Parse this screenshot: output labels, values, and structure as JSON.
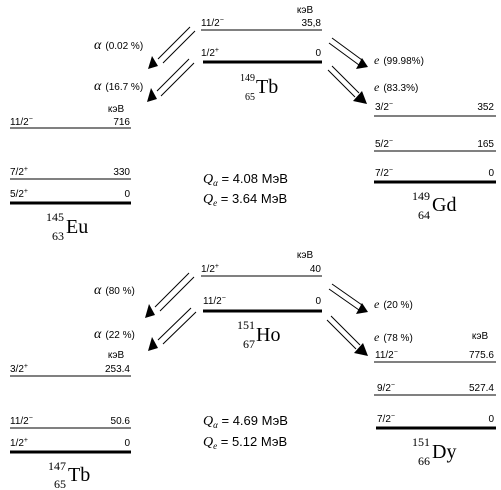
{
  "colors": {
    "ink": "#000000",
    "background": "#ffffff"
  },
  "units": {
    "kev": "кэВ",
    "mev": "МэВ"
  },
  "decay_systems": [
    {
      "parent": {
        "mass": "149",
        "z": "65",
        "symbol": "Tb",
        "levels": [
          {
            "spin": "11/2",
            "parity": "−",
            "energy": "35,8",
            "ground": false
          },
          {
            "spin": "1/2",
            "parity": "+",
            "energy": "0",
            "ground": true
          }
        ]
      },
      "alpha_daughter": {
        "mass": "145",
        "z": "63",
        "symbol": "Eu",
        "levels": [
          {
            "spin": "11/2",
            "parity": "−",
            "energy": "716",
            "ground": false
          },
          {
            "spin": "7/2",
            "parity": "+",
            "energy": "330",
            "ground": false
          },
          {
            "spin": "5/2",
            "parity": "+",
            "energy": "0",
            "ground": true
          }
        ]
      },
      "ec_daughter": {
        "mass": "149",
        "z": "64",
        "symbol": "Gd",
        "levels": [
          {
            "spin": "3/2",
            "parity": "−",
            "energy": "352",
            "ground": false
          },
          {
            "spin": "5/2",
            "parity": "−",
            "energy": "165",
            "ground": false
          },
          {
            "spin": "7/2",
            "parity": "−",
            "energy": "0",
            "ground": true
          }
        ]
      },
      "branches": {
        "alpha_from_upper": "(0.02 %)",
        "alpha_from_ground": "(16.7 %)",
        "ec_from_upper": "(99.98%)",
        "ec_from_ground": "(83.3%)"
      },
      "q": {
        "alpha": "4.08",
        "e": "3.64"
      }
    },
    {
      "parent": {
        "mass": "151",
        "z": "67",
        "symbol": "Ho",
        "levels": [
          {
            "spin": "1/2",
            "parity": "+",
            "energy": "40",
            "ground": false
          },
          {
            "spin": "11/2",
            "parity": "−",
            "energy": "0",
            "ground": true
          }
        ]
      },
      "alpha_daughter": {
        "mass": "147",
        "z": "65",
        "symbol": "Tb",
        "levels": [
          {
            "spin": "3/2",
            "parity": "+",
            "energy": "253.4",
            "ground": false
          },
          {
            "spin": "11/2",
            "parity": "−",
            "energy": "50.6",
            "ground": false
          },
          {
            "spin": "1/2",
            "parity": "+",
            "energy": "0",
            "ground": true
          }
        ]
      },
      "ec_daughter": {
        "mass": "151",
        "z": "66",
        "symbol": "Dy",
        "levels": [
          {
            "spin": "11/2",
            "parity": "−",
            "energy": "775.6",
            "ground": false
          },
          {
            "spin": "9/2",
            "parity": "−",
            "energy": "527.4",
            "ground": false
          },
          {
            "spin": "7/2",
            "parity": "−",
            "energy": "0",
            "ground": true
          }
        ]
      },
      "branches": {
        "alpha_from_upper": "(80 %)",
        "alpha_from_ground": "(22 %)",
        "ec_from_upper": "(20 %)",
        "ec_from_ground": "(78 %)"
      },
      "q": {
        "alpha": "4.69",
        "e": "5.12"
      }
    }
  ],
  "symbols": {
    "alpha": "α",
    "e": "e",
    "q": "Q"
  }
}
